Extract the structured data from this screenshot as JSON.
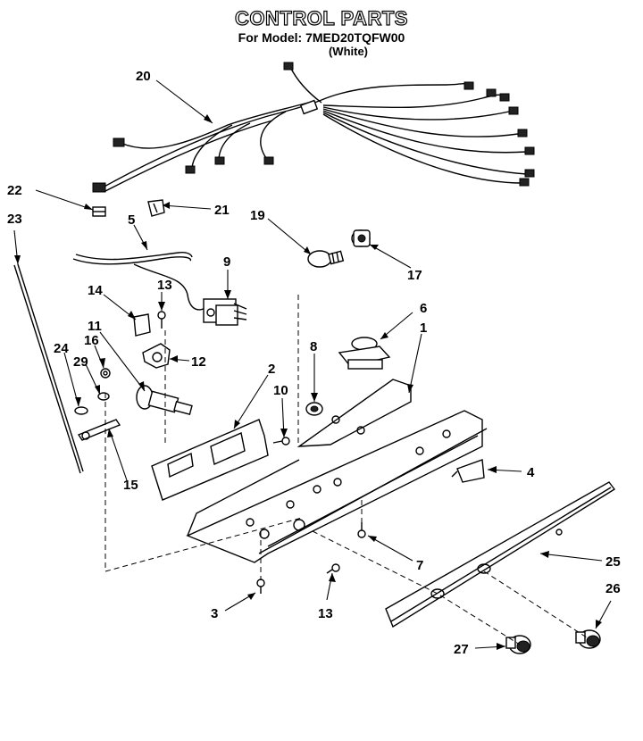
{
  "header": {
    "title": "CONTROL PARTS",
    "model_line": "For Model: 7MED20TQFW00",
    "variant": "(White)"
  },
  "callouts": [
    "20",
    "22",
    "21",
    "5",
    "23",
    "19",
    "17",
    "9",
    "14",
    "13",
    "11",
    "12",
    "16",
    "24",
    "29",
    "2",
    "10",
    "15",
    "8",
    "6",
    "1",
    "4",
    "7",
    "25",
    "3",
    "13",
    "26",
    "27"
  ],
  "icons": {
    "wire_harness": "wire-harness-icon",
    "bulb": "light-bulb-icon",
    "thermostat": "thermostat-icon",
    "knob": "control-knob-icon"
  }
}
